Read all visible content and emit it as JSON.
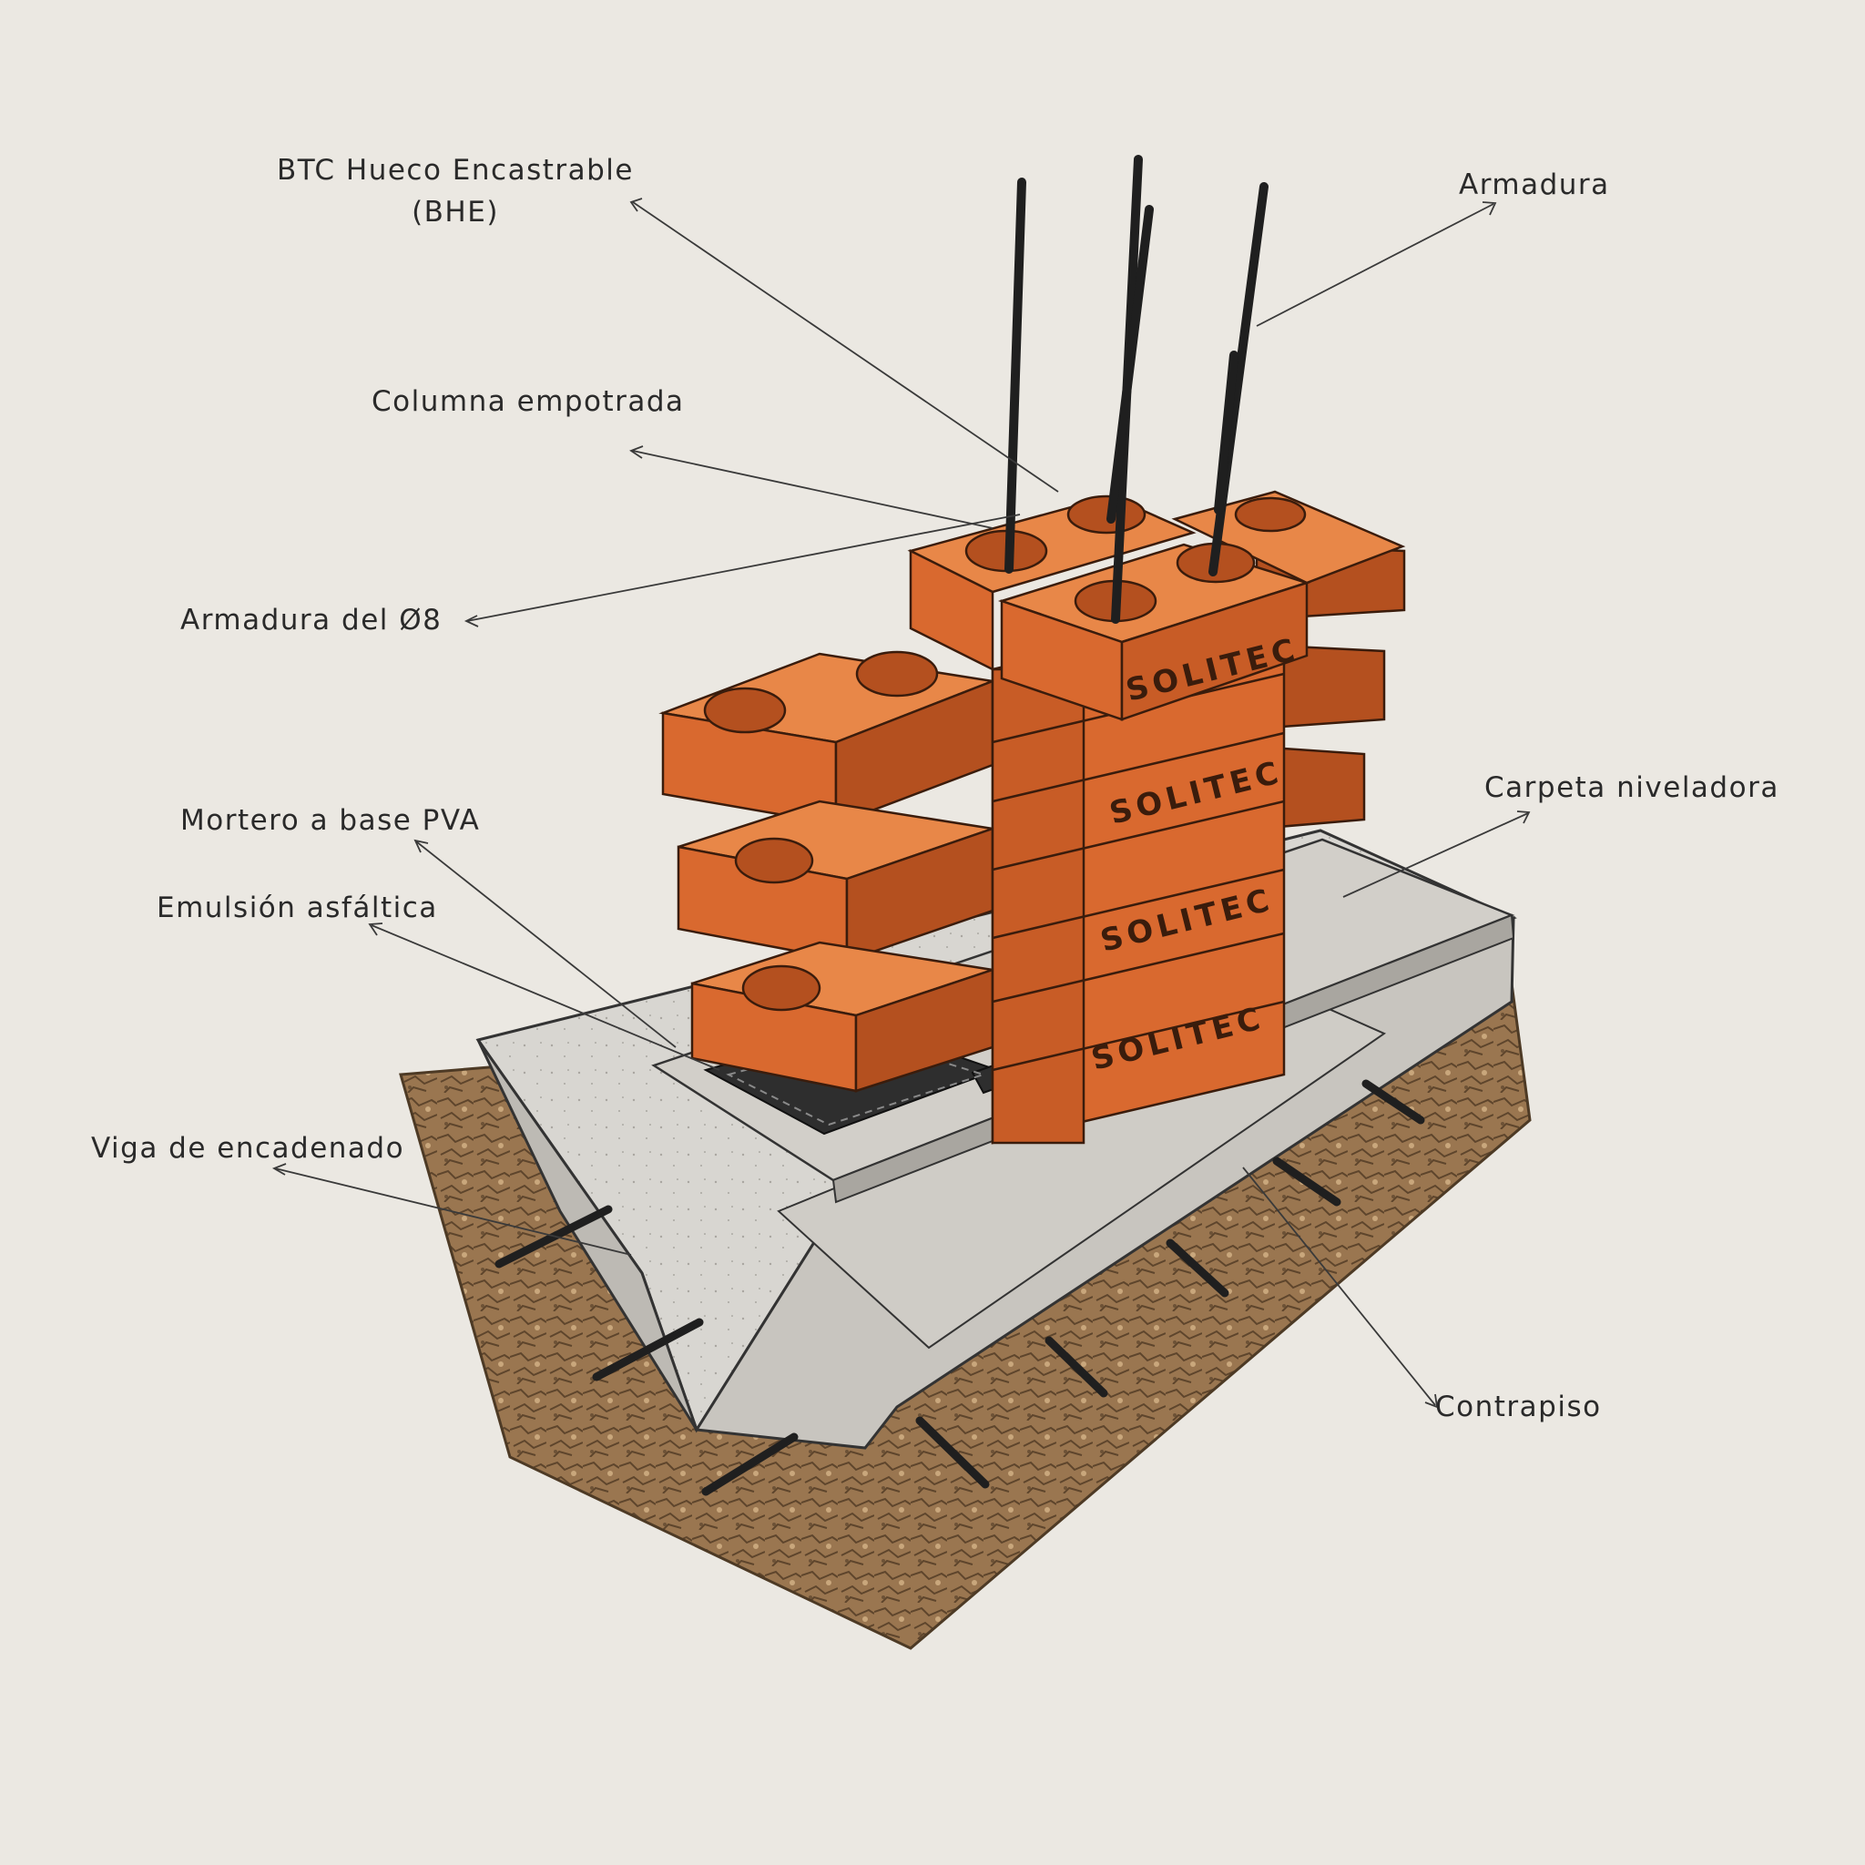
{
  "labels": {
    "btc_line1": "BTC Hueco Encastrable",
    "btc_line2": "(BHE)",
    "armadura": "Armadura",
    "columna": "Columna empotrada",
    "armadura_08": "Armadura del Ø8",
    "mortero": "Mortero a base PVA",
    "emulsion": "Emulsión asfáltica",
    "carpeta": "Carpeta niveladora",
    "viga": "Viga de encadenado",
    "contrapiso": "Contrapiso"
  },
  "brand": "SOLITEC",
  "colors": {
    "paper": "#ebe8e2",
    "brick": "#d9692f",
    "brick_top": "#e88748",
    "brick_dark": "#b4501f",
    "concrete": "#d8d6d1",
    "concrete_dark": "#b9b6b0",
    "soil": "#9a7650",
    "asphalt": "#2e2e2e",
    "rebar": "#1f1f1f",
    "ink": "#2a2a2a"
  }
}
